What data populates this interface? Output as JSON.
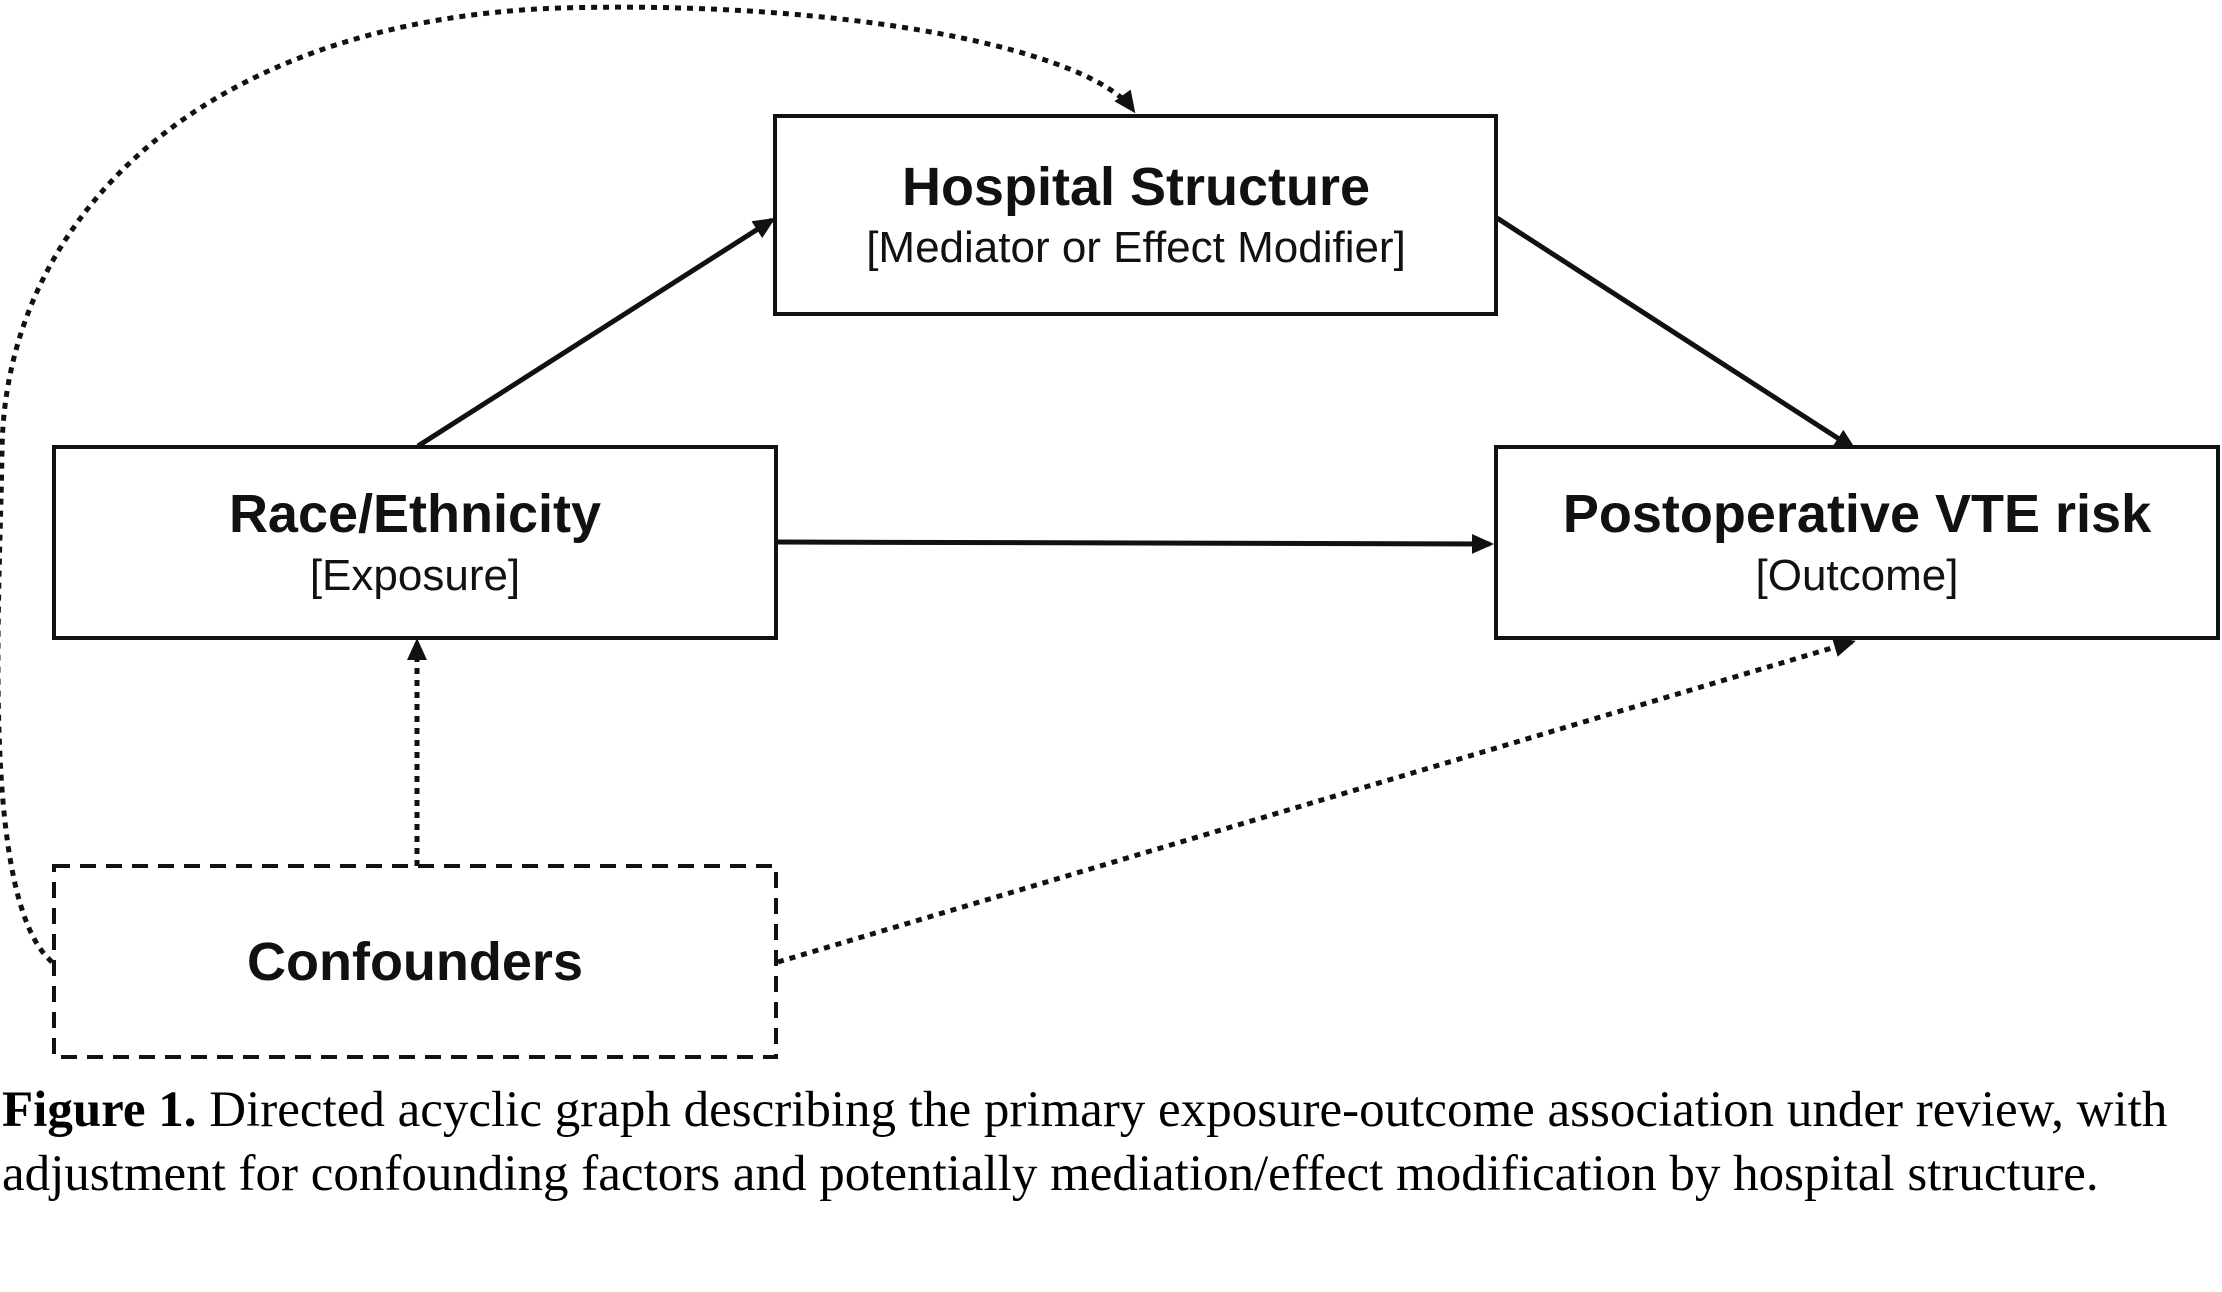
{
  "nodes": {
    "hospital_structure": {
      "title": "Hospital Structure",
      "subtitle": "[Mediator or Effect Modifier]"
    },
    "race_ethnicity": {
      "title": "Race/Ethnicity",
      "subtitle": "[Exposure]"
    },
    "postoperative_vte": {
      "title": "Postoperative VTE risk",
      "subtitle": "[Outcome]"
    },
    "confounders": {
      "title": "Confounders"
    }
  },
  "edges": [
    {
      "from": "race_ethnicity",
      "to": "hospital_structure",
      "style": "solid"
    },
    {
      "from": "hospital_structure",
      "to": "postoperative_vte",
      "style": "solid"
    },
    {
      "from": "race_ethnicity",
      "to": "postoperative_vte",
      "style": "solid"
    },
    {
      "from": "confounders",
      "to": "race_ethnicity",
      "style": "dotted"
    },
    {
      "from": "confounders",
      "to": "postoperative_vte",
      "style": "dotted"
    },
    {
      "from": "confounders",
      "to": "hospital_structure",
      "style": "dotted"
    }
  ],
  "caption": {
    "label": "Figure 1.",
    "text": " Directed acyclic graph describing the primary exposure-outcome association under review, with adjustment for confounding factors and potentially mediation/effect modification by hospital structure."
  },
  "colors": {
    "stroke": "#111111",
    "background": "#ffffff"
  }
}
